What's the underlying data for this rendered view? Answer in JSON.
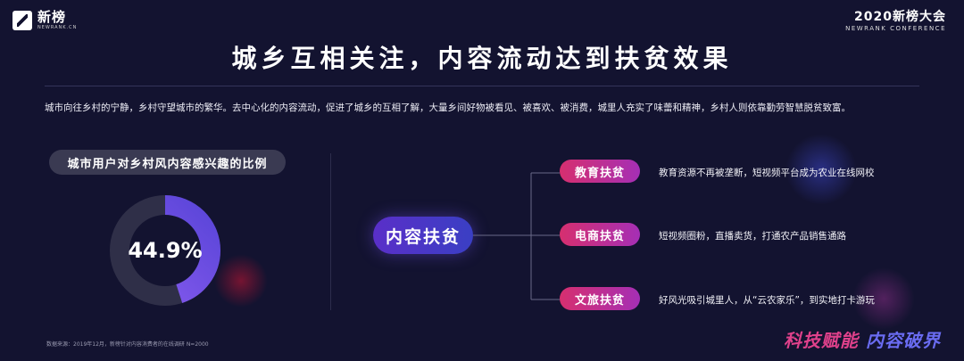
{
  "logo": {
    "name": "新榜",
    "tagline": "NEWRANK.CN"
  },
  "event": {
    "title": "2020新榜大会",
    "subtitle": "NEWRANK CONFERENCE"
  },
  "title": "城乡互相关注，内容流动达到扶贫效果",
  "subtitle": "城市向往乡村的宁静，乡村守望城市的繁华。去中心化的内容流动，促进了城乡的互相了解，大量乡间好物被看见、被喜欢、被消费，城里人充实了味蕾和精神，乡村人则依靠勤劳智慧脱贫致富。",
  "stat": {
    "label": "城市用户对乡村风内容感兴趣的比例",
    "value_text": "44.9%",
    "fraction": 0.449
  },
  "center": {
    "label": "内容扶贫"
  },
  "items": [
    {
      "tag": "教育扶贫",
      "desc": "教育资源不再被垄断，短视频平台成为农业在线网校"
    },
    {
      "tag": "电商扶贫",
      "desc": "短视频圈粉，直播卖货，打通农产品销售通路"
    },
    {
      "tag": "文旅扶贫",
      "desc": "好风光吸引城里人，从“云农家乐”，到实地打卡游玩"
    }
  ],
  "footnote": "数据来源：2019年12月，新榜针对内容消费者的在线调研 N=2000",
  "slogan": {
    "part1": "科技赋能",
    "part2": "内容破界"
  },
  "colors": {
    "background": "#131330",
    "tag_gradient": [
      "#d62f6f",
      "#a52fb5"
    ],
    "center_gradient": [
      "#5a2fc8",
      "#3a3fc4"
    ],
    "donut_fill": [
      "#5a45d8",
      "#8a5cf0"
    ],
    "donut_track": "#2f2f48"
  }
}
